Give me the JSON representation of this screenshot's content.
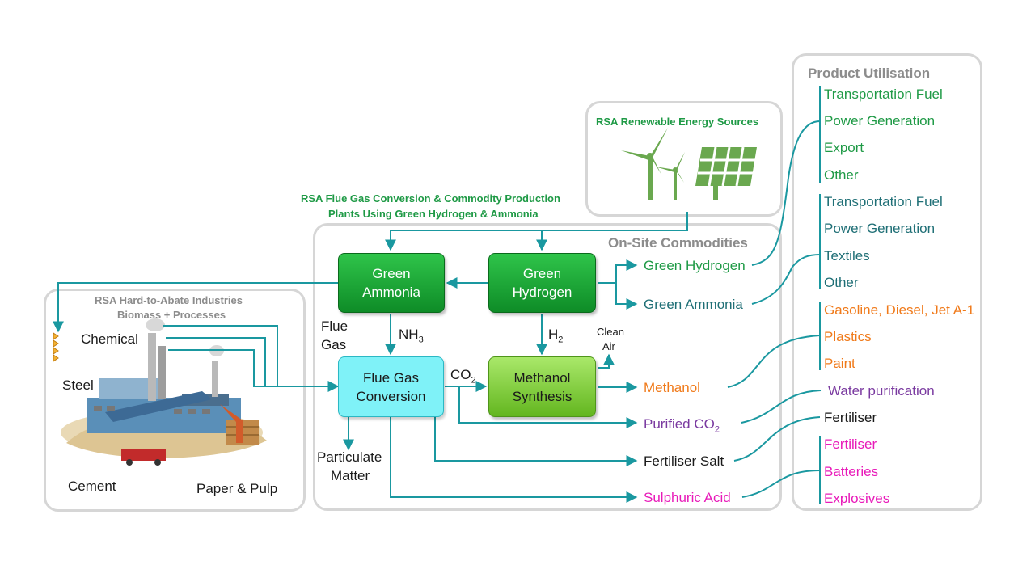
{
  "renewables": {
    "title": "RSA Renewable Energy Sources"
  },
  "plants": {
    "title_line1": "RSA Flue Gas Conversion & Commodity Production",
    "title_line2": "Plants Using Green Hydrogen & Ammonia"
  },
  "onsite": {
    "title": "On-Site Commodities"
  },
  "industries": {
    "title_line1": "RSA Hard-to-Abate Industries",
    "title_line2": "Biomass + Processes",
    "labels": {
      "chemical": "Chemical",
      "steel": "Steel",
      "cement": "Cement",
      "paper": "Paper & Pulp"
    }
  },
  "process": {
    "green_ammonia": "Green\nAmmonia",
    "green_hydrogen": "Green\nHydrogen",
    "flue_gas_conversion": "Flue Gas\nConversion",
    "methanol_synthesis": "Methanol\nSynthesis",
    "flue_gas_label_1": "Flue",
    "flue_gas_label_2": "Gas",
    "nh3_main": "NH",
    "nh3_sub": "3",
    "h2_main": "H",
    "h2_sub": "2",
    "co2_main": "CO",
    "co2_sub": "2",
    "clean_air_1": "Clean",
    "clean_air_2": "Air",
    "particulate_1": "Particulate",
    "particulate_2": "Matter"
  },
  "commodities": {
    "green_hydrogen": "Green Hydrogen",
    "green_ammonia": "Green Ammonia",
    "methanol": "Methanol",
    "purified_main": "Purified CO",
    "purified_sub": "2",
    "fertiliser_salt": "Fertiliser Salt",
    "sulphuric_acid": "Sulphuric Acid"
  },
  "utilisation": {
    "title": "Product Utilisation",
    "hydrogen_uses": [
      "Transportation Fuel",
      "Power Generation",
      "Export",
      "Other"
    ],
    "ammonia_uses": [
      "Transportation Fuel",
      "Power Generation",
      "Textiles",
      "Other"
    ],
    "methanol_uses": [
      "Gasoline, Diesel, Jet A-1",
      "Plastics",
      "Paint"
    ],
    "co2_uses": [
      "Water purification"
    ],
    "salt_uses": [
      "Fertiliser"
    ],
    "acid_uses": [
      "Fertiliser",
      "Batteries",
      "Explosives"
    ]
  },
  "colors": {
    "line": "#1a98a0",
    "green_text": "#1f9a46",
    "teal_text": "#1f6f76",
    "orange": "#f07a1a",
    "purple": "#7a3aa0",
    "magenta": "#e81ab9"
  }
}
